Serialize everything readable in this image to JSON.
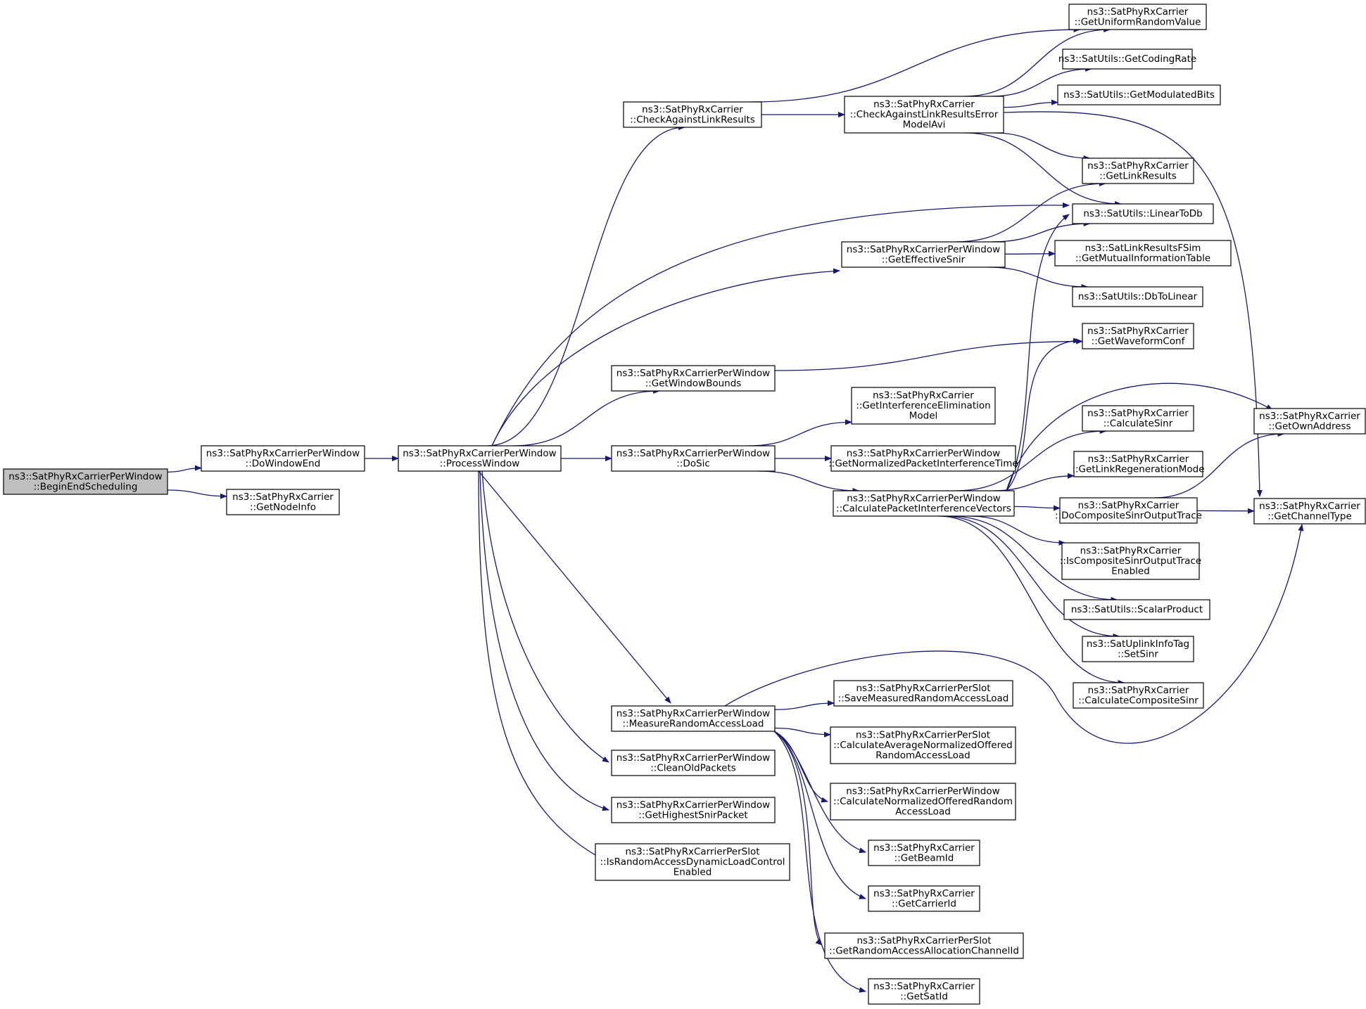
{
  "nodes": [
    {
      "id": "n0",
      "lines": [
        "ns3::SatPhyRxCarrierPerWindow",
        "::BeginEndScheduling"
      ]
    },
    {
      "id": "n1",
      "lines": [
        "ns3::SatPhyRxCarrierPerWindow",
        "::DoWindowEnd"
      ]
    },
    {
      "id": "n2",
      "lines": [
        "ns3::SatPhyRxCarrier",
        "::GetNodeInfo"
      ]
    },
    {
      "id": "n3",
      "lines": [
        "ns3::SatPhyRxCarrierPerWindow",
        "::ProcessWindow"
      ]
    },
    {
      "id": "n4",
      "lines": [
        "ns3::SatPhyRxCarrier",
        "::CheckAgainstLinkResults"
      ]
    },
    {
      "id": "n5",
      "lines": [
        "ns3::SatPhyRxCarrierPerWindow",
        "::GetWindowBounds"
      ]
    },
    {
      "id": "n6",
      "lines": [
        "ns3::SatPhyRxCarrierPerWindow",
        "::DoSic"
      ]
    },
    {
      "id": "n7",
      "lines": [
        "ns3::SatPhyRxCarrierPerWindow",
        "::MeasureRandomAccessLoad"
      ]
    },
    {
      "id": "n8",
      "lines": [
        "ns3::SatPhyRxCarrierPerWindow",
        "::CleanOldPackets"
      ]
    },
    {
      "id": "n9",
      "lines": [
        "ns3::SatPhyRxCarrierPerWindow",
        "::GetHighestSnirPacket"
      ]
    },
    {
      "id": "n10",
      "lines": [
        "ns3::SatPhyRxCarrierPerSlot",
        "::IsRandomAccessDynamicLoadControl",
        "Enabled"
      ]
    },
    {
      "id": "n11",
      "lines": [
        "ns3::SatPhyRxCarrier",
        "::CheckAgainstLinkResultsError",
        "ModelAvi"
      ]
    },
    {
      "id": "n12",
      "lines": [
        "ns3::SatPhyRxCarrierPerWindow",
        "::GetEffectiveSnir"
      ]
    },
    {
      "id": "n13",
      "lines": [
        "ns3::SatPhyRxCarrier",
        "::GetInterferenceElimination",
        "Model"
      ]
    },
    {
      "id": "n14",
      "lines": [
        "ns3::SatPhyRxCarrierPerWindow",
        "::GetNormalizedPacketInterferenceTime"
      ]
    },
    {
      "id": "n15",
      "lines": [
        "ns3::SatPhyRxCarrierPerWindow",
        "::CalculatePacketInterferenceVectors"
      ]
    },
    {
      "id": "n16",
      "lines": [
        "ns3::SatPhyRxCarrierPerSlot",
        "::SaveMeasuredRandomAccessLoad"
      ]
    },
    {
      "id": "n17",
      "lines": [
        "ns3::SatPhyRxCarrierPerSlot",
        "::CalculateAverageNormalizedOffered",
        "RandomAccessLoad"
      ]
    },
    {
      "id": "n18",
      "lines": [
        "ns3::SatPhyRxCarrierPerWindow",
        "::CalculateNormalizedOfferedRandom",
        "AccessLoad"
      ]
    },
    {
      "id": "n19",
      "lines": [
        "ns3::SatPhyRxCarrier",
        "::GetBeamId"
      ]
    },
    {
      "id": "n20",
      "lines": [
        "ns3::SatPhyRxCarrier",
        "::GetCarrierId"
      ]
    },
    {
      "id": "n21",
      "lines": [
        "ns3::SatPhyRxCarrierPerSlot",
        "::GetRandomAccessAllocationChannelId"
      ]
    },
    {
      "id": "n22",
      "lines": [
        "ns3::SatPhyRxCarrier",
        "::GetSatId"
      ]
    },
    {
      "id": "n23",
      "lines": [
        "ns3::SatPhyRxCarrier",
        "::GetUniformRandomValue"
      ]
    },
    {
      "id": "n24",
      "lines": [
        "ns3::SatUtils::GetCodingRate"
      ]
    },
    {
      "id": "n25",
      "lines": [
        "ns3::SatUtils::GetModulatedBits"
      ]
    },
    {
      "id": "n26",
      "lines": [
        "ns3::SatPhyRxCarrier",
        "::GetLinkResults"
      ]
    },
    {
      "id": "n27",
      "lines": [
        "ns3::SatUtils::LinearToDb"
      ]
    },
    {
      "id": "n28",
      "lines": [
        "ns3::SatLinkResultsFSim",
        "::GetMutualInformationTable"
      ]
    },
    {
      "id": "n29",
      "lines": [
        "ns3::SatUtils::DbToLinear"
      ]
    },
    {
      "id": "n30",
      "lines": [
        "ns3::SatPhyRxCarrier",
        "::GetWaveformConf"
      ]
    },
    {
      "id": "n31",
      "lines": [
        "ns3::SatPhyRxCarrier",
        "::CalculateSinr"
      ]
    },
    {
      "id": "n32",
      "lines": [
        "ns3::SatPhyRxCarrier",
        "::GetLinkRegenerationMode"
      ]
    },
    {
      "id": "n33",
      "lines": [
        "ns3::SatPhyRxCarrier",
        "::DoCompositeSinrOutputTrace"
      ]
    },
    {
      "id": "n34",
      "lines": [
        "ns3::SatPhyRxCarrier",
        "::IsCompositeSinrOutputTrace",
        "Enabled"
      ]
    },
    {
      "id": "n35",
      "lines": [
        "ns3::SatUtils::ScalarProduct"
      ]
    },
    {
      "id": "n36",
      "lines": [
        "ns3::SatUplinkInfoTag",
        "::SetSinr"
      ]
    },
    {
      "id": "n37",
      "lines": [
        "ns3::SatPhyRxCarrier",
        "::CalculateCompositeSinr"
      ]
    },
    {
      "id": "n38",
      "lines": [
        "ns3::SatPhyRxCarrier",
        "::GetOwnAddress"
      ]
    },
    {
      "id": "n39",
      "lines": [
        "ns3::SatPhyRxCarrier",
        "::GetChannelType"
      ]
    }
  ],
  "edges": [
    {
      "from": "n0",
      "to": "n1"
    },
    {
      "from": "n0",
      "to": "n2"
    },
    {
      "from": "n1",
      "to": "n3"
    },
    {
      "from": "n3",
      "to": "n4"
    },
    {
      "from": "n3",
      "to": "n27"
    },
    {
      "from": "n3",
      "to": "n12"
    },
    {
      "from": "n3",
      "to": "n5"
    },
    {
      "from": "n3",
      "to": "n6"
    },
    {
      "from": "n3",
      "to": "n7"
    },
    {
      "from": "n3",
      "to": "n8"
    },
    {
      "from": "n3",
      "to": "n9"
    },
    {
      "from": "n3",
      "to": "n10"
    },
    {
      "from": "n4",
      "to": "n23"
    },
    {
      "from": "n4",
      "to": "n11"
    },
    {
      "from": "n11",
      "to": "n23"
    },
    {
      "from": "n11",
      "to": "n24"
    },
    {
      "from": "n11",
      "to": "n25"
    },
    {
      "from": "n11",
      "to": "n26"
    },
    {
      "from": "n11",
      "to": "n27"
    },
    {
      "from": "n11",
      "to": "n39"
    },
    {
      "from": "n12",
      "to": "n26"
    },
    {
      "from": "n12",
      "to": "n27"
    },
    {
      "from": "n12",
      "to": "n28"
    },
    {
      "from": "n12",
      "to": "n29"
    },
    {
      "from": "n5",
      "to": "n30"
    },
    {
      "from": "n6",
      "to": "n13"
    },
    {
      "from": "n6",
      "to": "n14"
    },
    {
      "from": "n6",
      "to": "n15"
    },
    {
      "from": "n15",
      "to": "n27"
    },
    {
      "from": "n15",
      "to": "n30"
    },
    {
      "from": "n15",
      "to": "n38"
    },
    {
      "from": "n15",
      "to": "n31"
    },
    {
      "from": "n15",
      "to": "n32"
    },
    {
      "from": "n15",
      "to": "n33"
    },
    {
      "from": "n15",
      "to": "n34"
    },
    {
      "from": "n15",
      "to": "n35"
    },
    {
      "from": "n15",
      "to": "n36"
    },
    {
      "from": "n15",
      "to": "n37"
    },
    {
      "from": "n33",
      "to": "n38"
    },
    {
      "from": "n33",
      "to": "n39"
    },
    {
      "from": "n7",
      "to": "n39"
    },
    {
      "from": "n7",
      "to": "n16"
    },
    {
      "from": "n7",
      "to": "n17"
    },
    {
      "from": "n7",
      "to": "n18"
    },
    {
      "from": "n7",
      "to": "n19"
    },
    {
      "from": "n7",
      "to": "n20"
    },
    {
      "from": "n7",
      "to": "n21"
    },
    {
      "from": "n7",
      "to": "n22"
    }
  ]
}
